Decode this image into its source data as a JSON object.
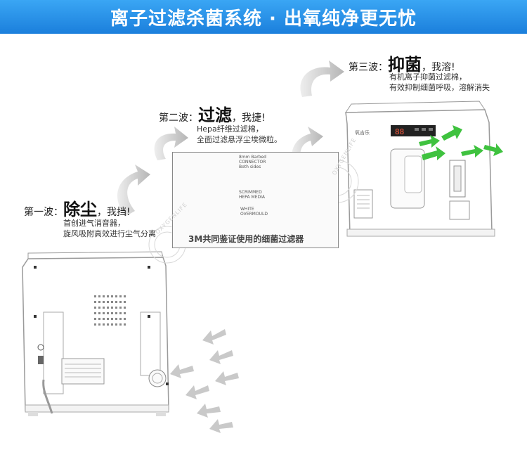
{
  "banner": {
    "title": "离子过滤杀菌系统 · 出氧纯净更无忧"
  },
  "waves": [
    {
      "stage": "第一波：",
      "highlight": "除尘",
      "suffix": "，我挡!",
      "lines": [
        "首创进气消音器，",
        "旋风吸附高效进行尘气分离"
      ]
    },
    {
      "stage": "第二波：",
      "highlight": "过滤",
      "suffix": "，我捷!",
      "lines": [
        "Hepa纤维过滤棉，",
        "全面过滤悬浮尘埃微粒。"
      ]
    },
    {
      "stage": "第三波：",
      "highlight": "抑菌",
      "suffix": "，我溶!",
      "lines": [
        "有机离子抑菌过滤棉，",
        "有效抑制细菌呼吸，溶解消失"
      ]
    }
  ],
  "filter": {
    "caption": "3M共同鉴证使用的细菌过滤器",
    "notes": [
      "8mm Barbed",
      "CONNECTOR",
      "Both sides",
      "SCRIMMED",
      "HEPA MEDIA",
      "WHITE",
      "OVERMOULD"
    ]
  },
  "device": {
    "display_digits": "88",
    "brand": "氧吉乐"
  },
  "watermark": {
    "text": "OXYGENLIFE"
  },
  "colors": {
    "banner": "#1b7fdc",
    "arrow_green": "#3fc23f",
    "arrow_grey": "#c9c9c9"
  }
}
